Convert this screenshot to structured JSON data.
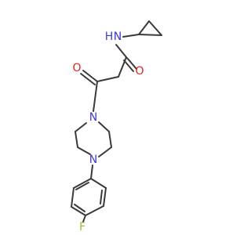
{
  "atoms": {
    "amide_nh": "N",
    "amide_h": "H",
    "amide_o": "O",
    "ketone_o": "O",
    "piperazine_n1": "N",
    "piperazine_n4": "N",
    "fluorine": "F"
  },
  "colors": {
    "bond": "#3a3a3a",
    "nitrogen": "#3b3bd6",
    "oxygen": "#e01f1f",
    "fluorine": "#8fbf3a",
    "background": "#ffffff"
  }
}
